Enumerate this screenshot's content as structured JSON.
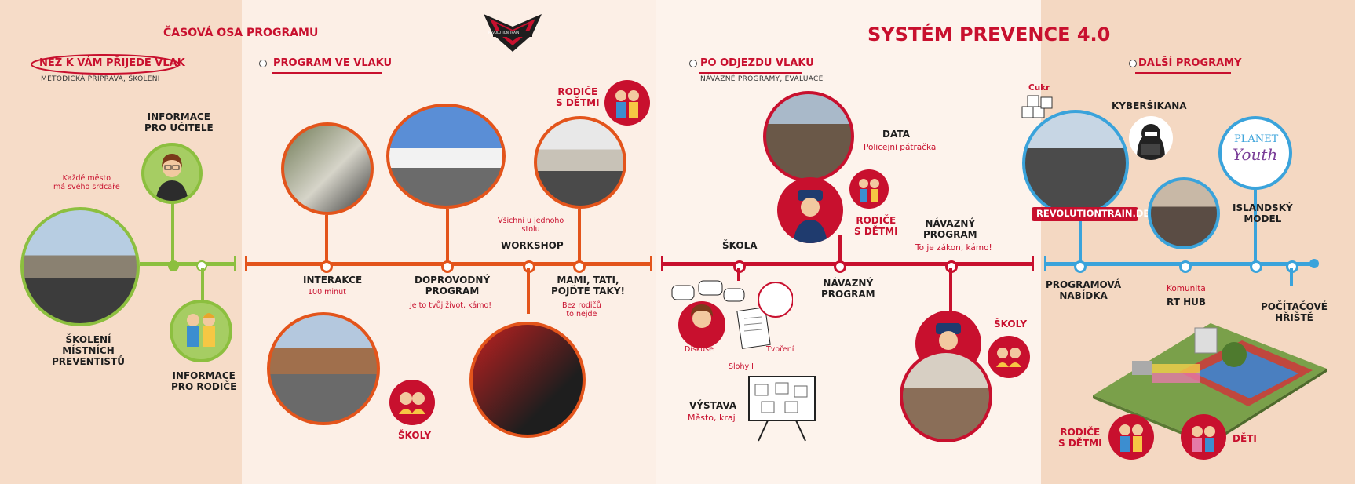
{
  "header": {
    "timeline_title": "ČASOVÁ OSA PROGRAMU",
    "main_title": "SYSTÉM PREVENCE 4.0",
    "logo_text": "REVOLUTION TRAIN"
  },
  "stages": [
    {
      "label": "NEŽ K VÁM PŘIJEDE VLAK",
      "sub": "METODICKÁ PŘÍPRAVA, ŠKOLENÍ"
    },
    {
      "label": "PROGRAM VE VLAKU",
      "sub": ""
    },
    {
      "label": "PO ODJEZDU VLAKU",
      "sub": "NÁVAZNÉ PROGRAMY, EVALUACE"
    },
    {
      "label": "DALŠÍ PROGRAMY",
      "sub": ""
    }
  ],
  "section1": {
    "note": "Každé město\nmá svého srdcaře",
    "teachers": "INFORMACE\nPRO UČITELE",
    "training": "ŠKOLENÍ\nMÍSTNÍCH\nPREVENTISTŮ",
    "parents": "INFORMACE\nPRO RODIČE"
  },
  "section2": {
    "interakce": "INTERAKCE",
    "interakce_sub": "100 minut",
    "doprovodny": "DOPROVODNÝ\nPROGRAM",
    "doprovodny_sub": "Je to tvůj život, kámo!",
    "workshop_note": "Všichni u jednoho\nstolu",
    "workshop": "WORKSHOP",
    "mami": "MAMI, TATI,\nPOJĎTE TAKY!",
    "mami_sub": "Bez rodičů\nto nejde",
    "rodice": "RODIČE\nS DĚTMI",
    "skoly": "ŠKOLY"
  },
  "section3": {
    "data": "DATA",
    "data_sub": "Policejní pátračka",
    "skola": "ŠKOLA",
    "rodice": "RODIČE\nS DĚTMI",
    "navazny_top": "NÁVAZNÝ\nPROGRAM",
    "navazny_top_sub": "To je zákon, kámo!",
    "navazny_bottom": "NÁVAZNÝ\nPROGRAM",
    "skoly": "ŠKOLY",
    "diskuse": "Diskuse",
    "tvoreni": "Tvoření",
    "slohy": "Slohy I",
    "vystava": "VÝSTAVA",
    "vystava_sub": "Město, kraj"
  },
  "section4": {
    "cukr": "Cukr",
    "kyber": "KYBERŠIKANA",
    "url": "REVOLUTIONTRAIN.DE",
    "planet_top": "PLANET",
    "planet_bottom": "Youth",
    "islandsky": "ISLANDSKÝ\nMODEL",
    "programova": "PROGRAMOVÁ\nNABÍDKA",
    "komunita": "Komunita",
    "rthub": "RT HUB",
    "pocitacove": "POČÍTAČOVÉ\nHŘIŠTĚ",
    "rodice": "RODIČE\nS DĚTMI",
    "deti": "DĚTI"
  },
  "colors": {
    "green": "#8cbf3f",
    "orange": "#e3541b",
    "red": "#c8102e",
    "blue": "#3aa3db"
  }
}
